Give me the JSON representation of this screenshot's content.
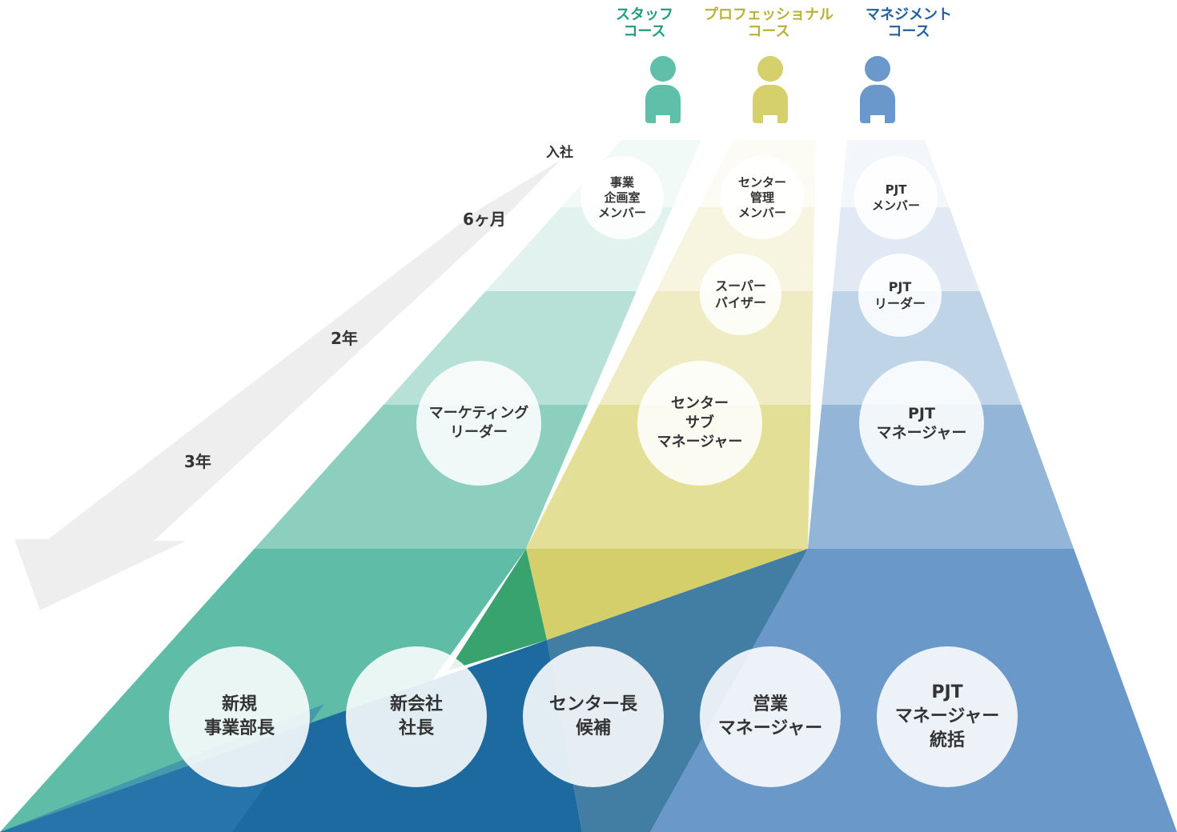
{
  "courses": [
    {
      "label": "スタッフ\nコース",
      "color": "#1f9b7e",
      "icon": "person-icon",
      "icon_color": "#5fbfa9"
    },
    {
      "label": "プロフェッショナル\nコース",
      "color": "#b9b237",
      "icon": "person-icon",
      "icon_color": "#d5cf6c"
    },
    {
      "label": "マネジメント\nコース",
      "color": "#23609f",
      "icon": "person-icon",
      "icon_color": "#6b98ca"
    }
  ],
  "timeline": {
    "start": "入社",
    "m6": "6ヶ月",
    "y2": "2年",
    "y3": "3年"
  },
  "staff_nodes": {
    "n1": "事業\n企画室\nメンバー",
    "n2": "マーケティング\nリーダー"
  },
  "pro_nodes": {
    "n1": "センター\n管理\nメンバー",
    "n2": "スーパー\nバイザー",
    "n3": "センター\nサブ\nマネージャー"
  },
  "mgmt_nodes": {
    "n1": "PJT\nメンバー",
    "n2": "PJT\nリーダー",
    "n3": "PJT\nマネージャー"
  },
  "goals": [
    "新規\n事業部長",
    "新会社\n社長",
    "センター長\n候補",
    "営業\nマネージャー",
    "PJT\nマネージャー\n統括"
  ],
  "colors": {
    "staff": "#5fbca6",
    "pro": "#d9d26f",
    "mgmt": "#6a98c9",
    "deep_blue": "#1d6aa1",
    "arrow": "#eeeeee"
  }
}
